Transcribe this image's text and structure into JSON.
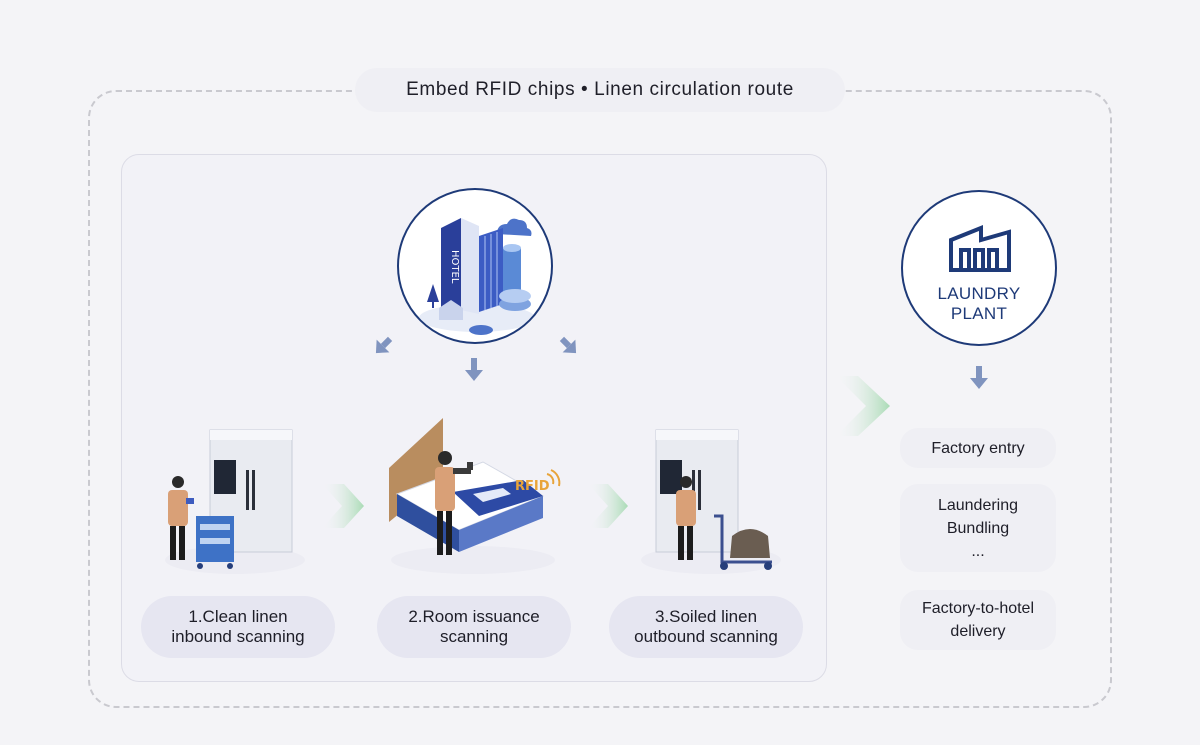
{
  "title": "Embed RFID chips • Linen circulation route",
  "hotel": {
    "sign_text": "HOTEL"
  },
  "laundry": {
    "label_line1": "LAUNDRY",
    "label_line2": "PLANT"
  },
  "steps": [
    {
      "line1": "1.Clean linen",
      "line2": "inbound scanning"
    },
    {
      "line1": "2.Room issuance",
      "line2": "scanning"
    },
    {
      "line1": "3.Soiled linen",
      "line2": "outbound scanning"
    }
  ],
  "rfid_tag": "RFID",
  "plant_steps": {
    "entry": "Factory entry",
    "process_line1": "Laundering",
    "process_line2": "Bundling",
    "process_line3": "...",
    "delivery_line1": "Factory-to-hotel",
    "delivery_line2": "delivery"
  },
  "colors": {
    "navy": "#1e3a78",
    "arrow_blue": "#8094bf",
    "chevron_green": "#bfe3c6",
    "pill_bg": "#e6e6f1"
  }
}
